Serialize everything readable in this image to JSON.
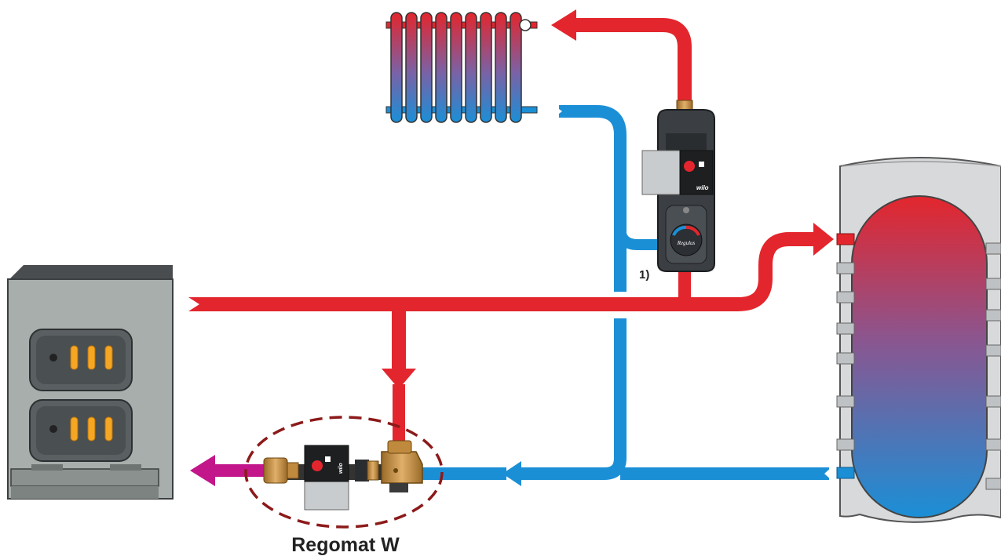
{
  "labels": {
    "note_marker": "1)",
    "unit_name": "Regomat W"
  },
  "pump_brand": "wilo",
  "valve_brand": "Regulus",
  "colors": {
    "hot_pipe": "#e3262d",
    "cold_pipe": "#1b8fd6",
    "mixed_pipe": "#c2168a",
    "highlight_ring": "#8c1a1a",
    "boiler_body": "#a7aeab",
    "tank_insulation": "#d7d9db",
    "brass": "#c08a3e"
  },
  "icons": [
    "radiator-icon",
    "boiler-icon",
    "storage-tank-icon",
    "circulation-pump-icon",
    "mixing-valve-icon"
  ]
}
